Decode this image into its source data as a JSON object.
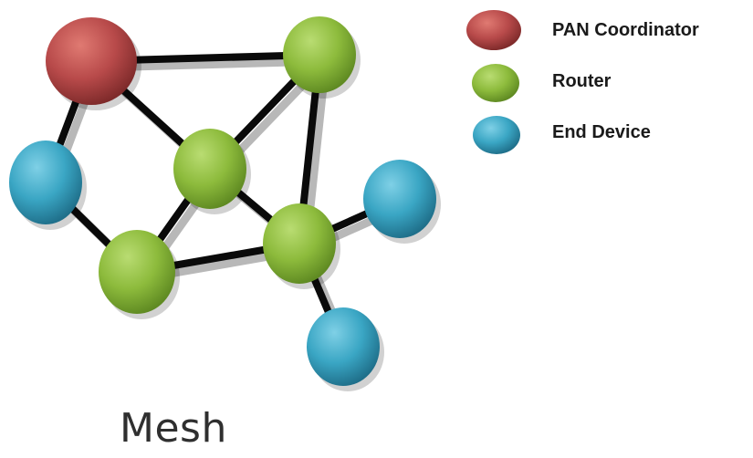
{
  "diagram": {
    "caption": "Mesh",
    "colors": {
      "coordinator": "#b84a4a",
      "router": "#8dbb3c",
      "end_device": "#3aa6c4",
      "link": "#0a0a0a",
      "link_shadow": "#b8b8b8"
    },
    "nodes": [
      {
        "id": "coordinator",
        "role": "coordinator"
      },
      {
        "id": "router-top-right",
        "role": "router"
      },
      {
        "id": "router-center",
        "role": "router"
      },
      {
        "id": "router-bottom-left",
        "role": "router"
      },
      {
        "id": "router-right",
        "role": "router"
      },
      {
        "id": "end-device-left",
        "role": "end_device"
      },
      {
        "id": "end-device-right",
        "role": "end_device"
      },
      {
        "id": "end-device-bottom",
        "role": "end_device"
      }
    ],
    "links": [
      [
        "coordinator",
        "router-top-right"
      ],
      [
        "coordinator",
        "router-center"
      ],
      [
        "coordinator",
        "end-device-left"
      ],
      [
        "router-top-right",
        "router-center"
      ],
      [
        "router-top-right",
        "router-right"
      ],
      [
        "router-center",
        "router-bottom-left"
      ],
      [
        "router-center",
        "router-right"
      ],
      [
        "end-device-left",
        "router-bottom-left"
      ],
      [
        "router-bottom-left",
        "router-right"
      ],
      [
        "router-right",
        "end-device-right"
      ],
      [
        "router-right",
        "end-device-bottom"
      ]
    ]
  },
  "legend": {
    "items": [
      {
        "role": "coordinator",
        "label": "PAN Coordinator"
      },
      {
        "role": "router",
        "label": "Router"
      },
      {
        "role": "end_device",
        "label": "End Device"
      }
    ]
  }
}
